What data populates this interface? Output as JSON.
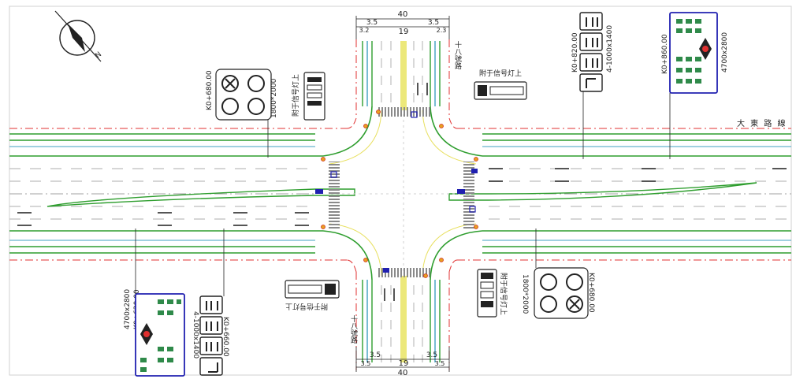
{
  "dims": {
    "top_total": "40",
    "top_left": "3.5",
    "top_right": "3.5",
    "top_lanes_left": "3.2",
    "top_lanes_right": "2.3",
    "top_median": "19",
    "bottom_total": "40",
    "bottom_left": "3.5",
    "bottom_right": "3.5",
    "bottom_lanes_left": "3.5",
    "bottom_lanes_right": "3.5",
    "bottom_median": "19"
  },
  "roads": {
    "main_road": "大 東 路 線",
    "cross_road_top": "十八號路",
    "cross_road_bottom": "十八號路"
  },
  "stations": {
    "nw_station": "K0+680.00",
    "nw_size": "1800*2000",
    "nw_note": "附于信号灯上",
    "top_note": "附于信号灯上",
    "ne1_station": "K0+820.00",
    "ne1_size": "4-1000x1400",
    "ne2_station": "K0+860.00",
    "ne2_size": "4700x2800",
    "sw1_station": "K0+620.00",
    "sw1_size": "4700x2800",
    "sw2_station": "K0+660.00",
    "sw2_size": "4-1000x1400",
    "bottom_note": "附于信号灯上",
    "se_station": "K0+680.00",
    "se_size": "1800*2000",
    "se_note": "附于信号灯上"
  },
  "compass": {
    "north_label": "N"
  },
  "colors": {
    "road_edge": "#2f9e2f",
    "lane_line": "#c2c2c2",
    "boundary": "#e03030",
    "median": "#e8e060",
    "sign_frame": "#2020b0",
    "dark": "#222222"
  },
  "icons": [
    "compass-icon",
    "signal-icon",
    "sign-panel"
  ]
}
